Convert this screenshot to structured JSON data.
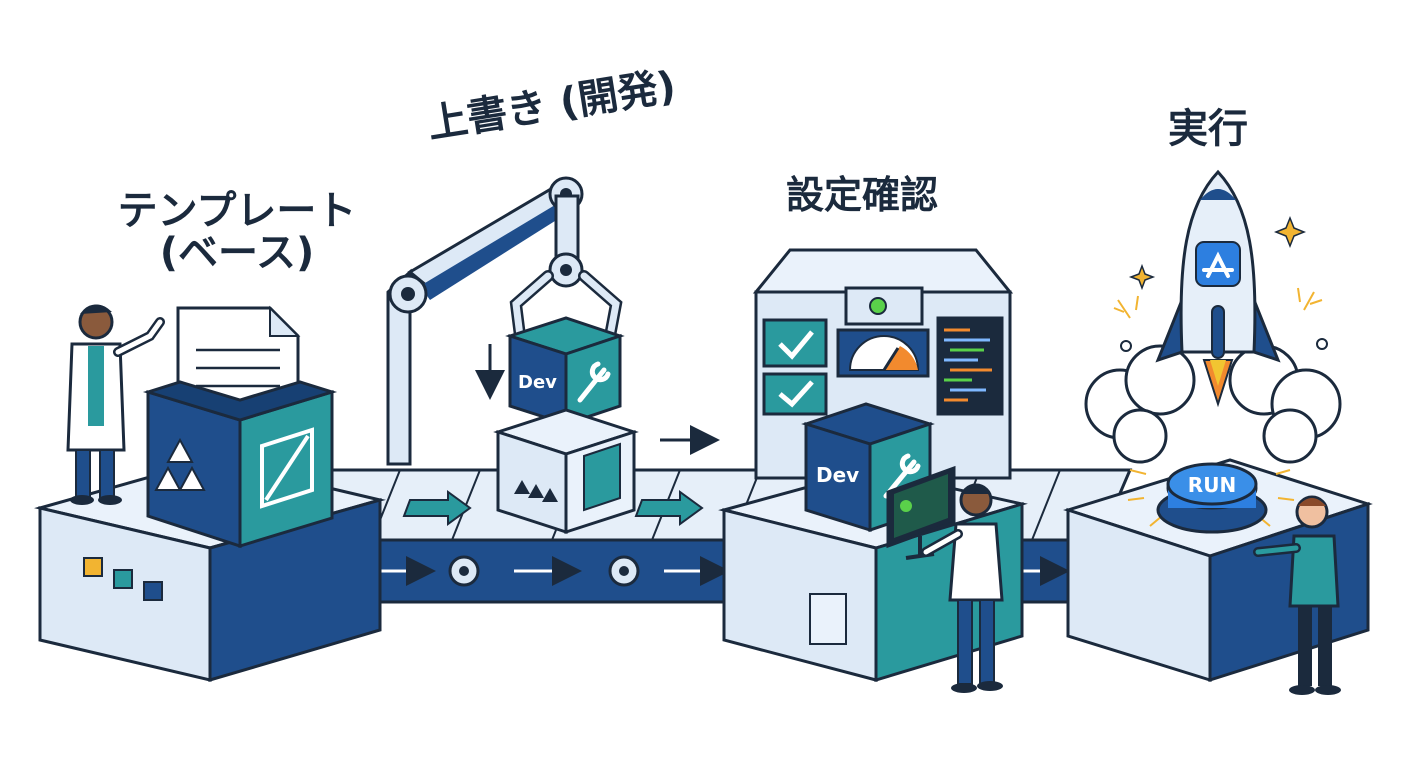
{
  "stages": [
    {
      "id": "template",
      "label_line1": "テンプレート",
      "label_line2": "(ベース)"
    },
    {
      "id": "override",
      "label": "上書き (開発)"
    },
    {
      "id": "config_check",
      "label": "設定確認"
    },
    {
      "id": "execute",
      "label": "実行"
    }
  ],
  "box_label_dev": "Dev",
  "run_button_label": "RUN",
  "icons": [
    "document-icon",
    "template-box-icon",
    "robot-arm-icon",
    "wrench-icon",
    "checkmark-icon",
    "gauge-icon",
    "code-panel-icon",
    "monitor-icon",
    "rocket-icon",
    "app-store-icon",
    "sparkle-icon",
    "conveyor-belt-icon",
    "arrow-right-icon",
    "arrow-down-icon"
  ],
  "colors": {
    "navy": "#1f4e8c",
    "teal": "#2a9a9e",
    "light": "#dde9f6",
    "outline": "#1b2a3d",
    "orange": "#f28a2e",
    "green": "#5ad14a"
  }
}
